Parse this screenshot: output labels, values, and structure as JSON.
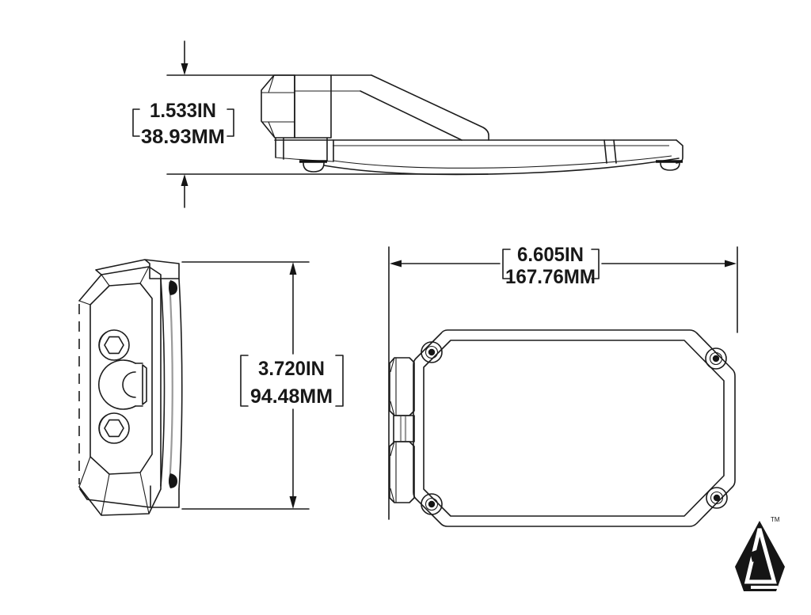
{
  "drawing": {
    "title": "mirror-technical-drawing",
    "background_color": "#ffffff",
    "line_color": "#1c1c1c",
    "dimensions": {
      "profile_height": {
        "inches": "1.533IN",
        "mm": "38.93MM"
      },
      "side_height": {
        "inches": "3.720IN",
        "mm": "94.48MM"
      },
      "front_width": {
        "inches": "6.605IN",
        "mm": "167.76MM"
      }
    },
    "logo": {
      "trademark": "TM"
    }
  }
}
